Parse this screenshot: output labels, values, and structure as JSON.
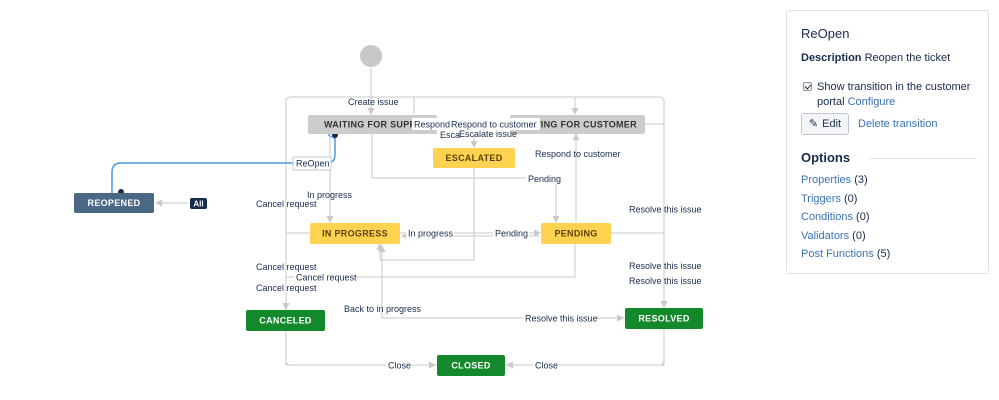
{
  "diagram": {
    "nodes": {
      "waiting_support": "WAITING FOR SUPPORT",
      "waiting_customer": "WAITING FOR CUSTOMER",
      "escalated": "ESCALATED",
      "reopened": "REOPENED",
      "in_progress": "IN PROGRESS",
      "pending": "PENDING",
      "canceled": "CANCELED",
      "resolved": "RESOLVED",
      "closed": "CLOSED"
    },
    "labels": {
      "create_issue": "Create issue",
      "respond": "Respond",
      "respond_to_customer_top": "Respond to customer",
      "escalate_cut": "Esca",
      "escalate_issue": "Escalate issue",
      "respond_to_customer": "Respond to customer",
      "reopen": "ReOpen",
      "all": "All",
      "in_progress_1": "In progress",
      "cancel_request_1": "Cancel request",
      "pending_1": "Pending",
      "resolve_1": "Resolve this issue",
      "in_progress_2": "In progress",
      "pending_2": "Pending",
      "cancel_request_2": "Cancel request",
      "cancel_request_3": "Cancel request",
      "cancel_request_4": "Cancel request",
      "resolve_2": "Resolve this issue",
      "resolve_3": "Resolve this issue",
      "back_to_in_progress": "Back to in progress",
      "resolve_4": "Resolve this issue",
      "close_left": "Close",
      "close_right": "Close"
    },
    "colors": {
      "status_grey": "#cccccc",
      "status_yellow": "#ffd351",
      "status_green": "#14892c",
      "status_blue": "#4a6785",
      "selected_transition": "#4a9ae0",
      "start_node": "#c8c8c8"
    }
  },
  "panel": {
    "title": "ReOpen",
    "description_label": "Description",
    "description_value": "Reopen the ticket",
    "show_transition_text": "Show transition in the customer portal",
    "show_transition_checked": true,
    "configure_link": "Configure",
    "edit_label": "Edit",
    "edit_icon": "pencil-icon",
    "delete_label": "Delete transition",
    "options_title": "Options",
    "options": [
      {
        "label": "Properties",
        "count": "(3)"
      },
      {
        "label": "Triggers",
        "count": "(0)"
      },
      {
        "label": "Conditions",
        "count": "(0)"
      },
      {
        "label": "Validators",
        "count": "(0)"
      },
      {
        "label": "Post Functions",
        "count": "(5)"
      }
    ]
  }
}
